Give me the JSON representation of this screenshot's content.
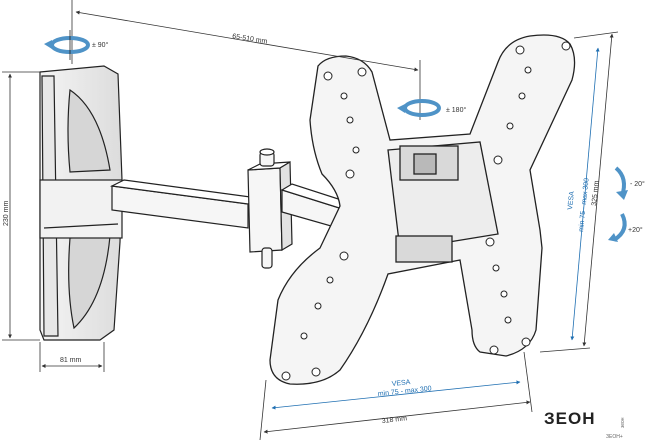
{
  "dimensions": {
    "reach": "65-510 mm",
    "height": "230 mm",
    "depth": "81 mm",
    "width": "318 mm",
    "plate_height": "325 mm"
  },
  "rotations": {
    "wall_swivel": "± 90°",
    "plate_rotate": "± 180°",
    "tilt_down": "- 20°",
    "tilt_up": "+20°"
  },
  "vesa": {
    "horizontal_title": "VESA",
    "horizontal_range": "min 75 - max 300",
    "vertical_title": "VESA",
    "vertical_range": "min 75 - max 300"
  },
  "logo": {
    "brand": "ЗЕОН",
    "sub1": "зеон",
    "sub2": "ЗЕОН+"
  },
  "colors": {
    "arrow": "#4f93c7",
    "dimension_blue": "#1f6fb2",
    "outline": "#222222"
  }
}
